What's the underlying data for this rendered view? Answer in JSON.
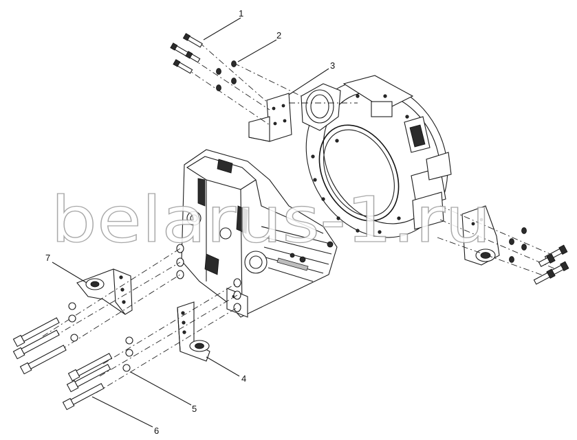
{
  "diagram": {
    "callouts": [
      "1",
      "2",
      "3",
      "4",
      "5",
      "6",
      "7"
    ],
    "watermark": "belarus-1.ru"
  }
}
